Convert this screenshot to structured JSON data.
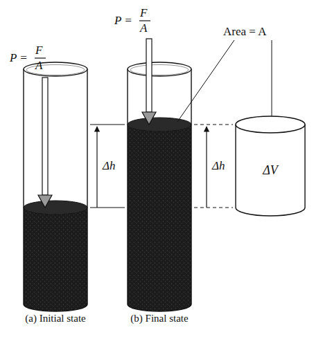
{
  "diagram": {
    "nodes": [
      {
        "text": [
          "ΔV"
        ]
      }
    ],
    "labels": [
      "P =",
      "F",
      "A",
      "P =",
      "F",
      "A",
      "Area = A",
      "Δh",
      "Δh",
      "(a) Initial state",
      "(b) Final state"
    ]
  }
}
